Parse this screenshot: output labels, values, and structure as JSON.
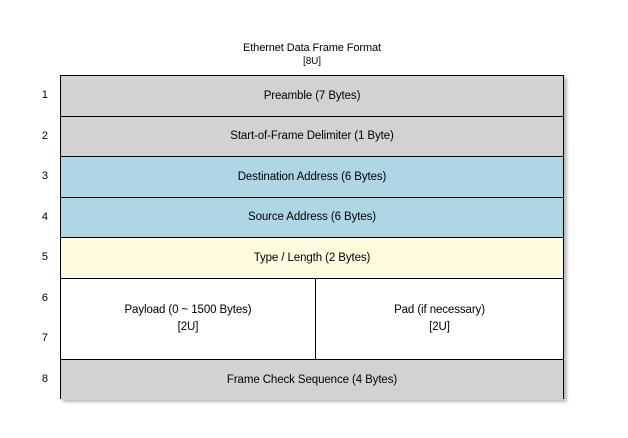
{
  "diagram": {
    "title": "Ethernet Data Frame Format",
    "title_note": "[8U]",
    "colors": {
      "gray": "#d2d2d2",
      "blue": "#aed6e4",
      "yellow": "#fffce0",
      "white": "#ffffff",
      "border": "#000000",
      "background": "#ffffff"
    },
    "row_numbers": [
      "1",
      "2",
      "3",
      "4",
      "5",
      "6",
      "7",
      "8"
    ],
    "rows": [
      {
        "number": "1",
        "label": "Preamble (7 Bytes)",
        "fill": "gray"
      },
      {
        "number": "2",
        "label": "Start-of-Frame Delimiter (1 Byte)",
        "fill": "gray"
      },
      {
        "number": "3",
        "label": "Destination Address (6 Bytes)",
        "fill": "blue"
      },
      {
        "number": "4",
        "label": "Source Address (6 Bytes)",
        "fill": "blue"
      },
      {
        "number": "5",
        "label": "Type / Length (2 Bytes)",
        "fill": "yellow"
      },
      {
        "number": "6-7",
        "fill": "white",
        "split": true,
        "cells": [
          {
            "label": "Payload (0 ~ 1500 Bytes)",
            "note": "[2U]"
          },
          {
            "label": "Pad (if necessary)",
            "note": "[2U]"
          }
        ]
      },
      {
        "number": "8",
        "label": "Frame Check Sequence (4 Bytes)",
        "fill": "gray"
      }
    ]
  }
}
